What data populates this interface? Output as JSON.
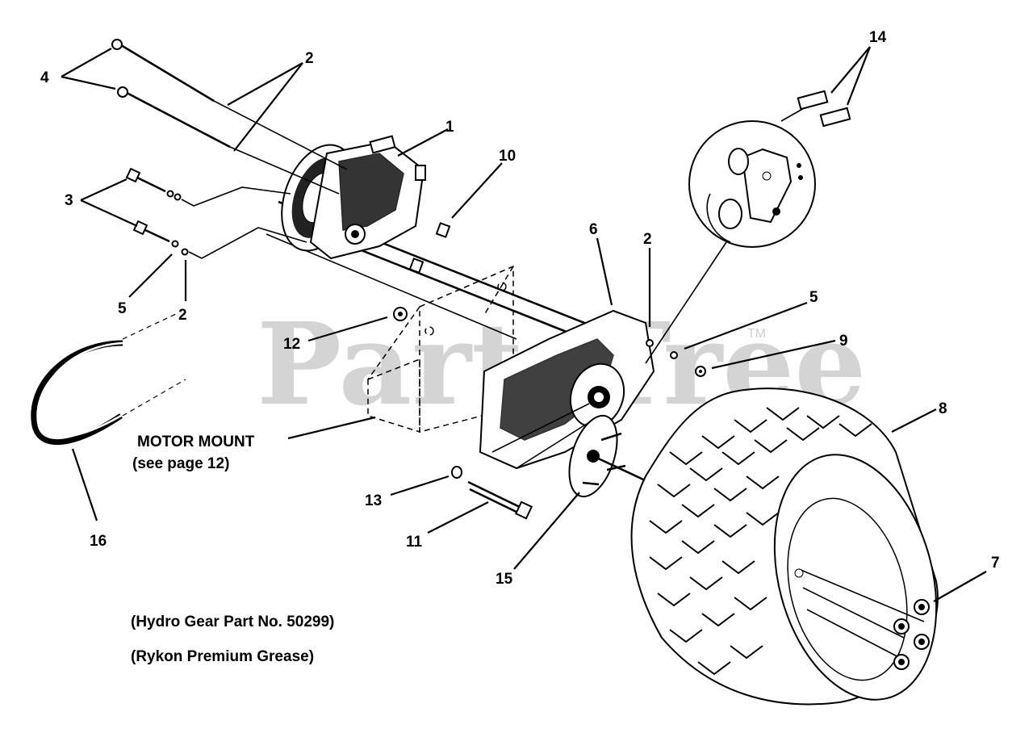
{
  "watermark": {
    "text": "PartsTree",
    "tm": "TM"
  },
  "callouts": {
    "c1": "1",
    "c2a": "2",
    "c2b": "2",
    "c2c": "2",
    "c3": "3",
    "c4": "4",
    "c5a": "5",
    "c5b": "5",
    "c6": "6",
    "c7": "7",
    "c8": "8",
    "c9": "9",
    "c10": "10",
    "c11": "11",
    "c12": "12",
    "c13": "13",
    "c14": "14",
    "c15": "15",
    "c16": "16"
  },
  "labels": {
    "motor_mount": "MOTOR MOUNT",
    "motor_mount_ref": "(see page 12)",
    "hydro_gear": "(Hydro Gear Part No. 50299)",
    "grease": "(Rykon Premium Grease)"
  }
}
